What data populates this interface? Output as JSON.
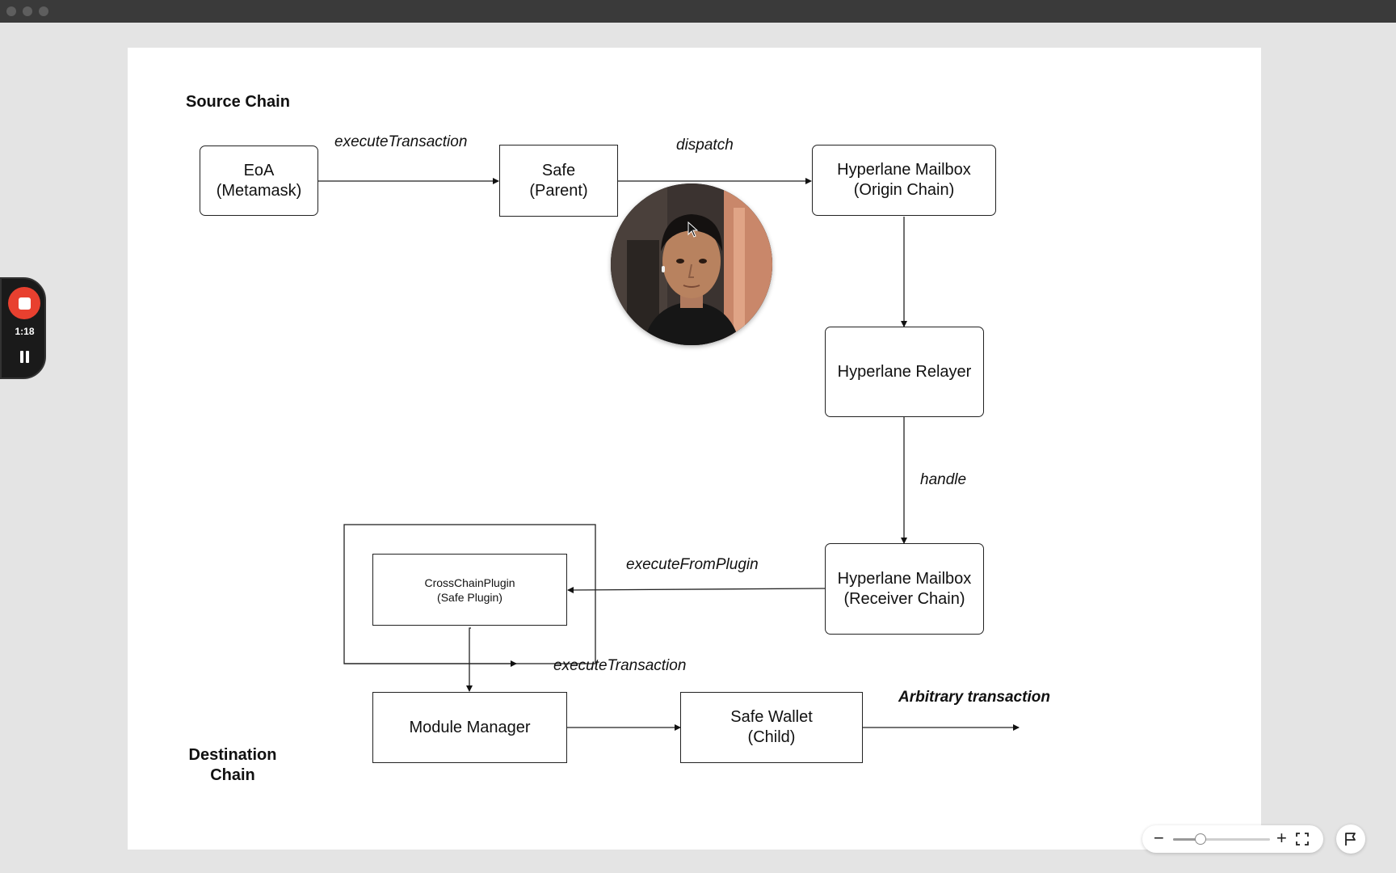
{
  "diagram": {
    "section_source": "Source Chain",
    "section_destination": "Destination\nChain",
    "nodes": {
      "eoa": "EoA\n(Metamask)",
      "safe_parent": "Safe\n(Parent)",
      "mailbox_origin": "Hyperlane Mailbox\n(Origin Chain)",
      "relayer": "Hyperlane Relayer",
      "mailbox_receiver": "Hyperlane Mailbox\n(Receiver Chain)",
      "plugin": "CrossChainPlugin\n(Safe Plugin)",
      "module_manager": "Module Manager",
      "safe_child": "Safe Wallet\n(Child)"
    },
    "edges": {
      "execute_transaction_top": "executeTransaction",
      "dispatch": "dispatch",
      "handle": "handle",
      "execute_from_plugin": "executeFromPlugin",
      "execute_transaction_bottom": "executeTransaction",
      "arbitrary_transaction": "Arbitrary transaction"
    }
  },
  "recorder": {
    "elapsed": "1:18",
    "stop_color": "#e8402f"
  },
  "zoom": {
    "minus": "−",
    "plus": "+",
    "level_fraction": 0.28
  }
}
